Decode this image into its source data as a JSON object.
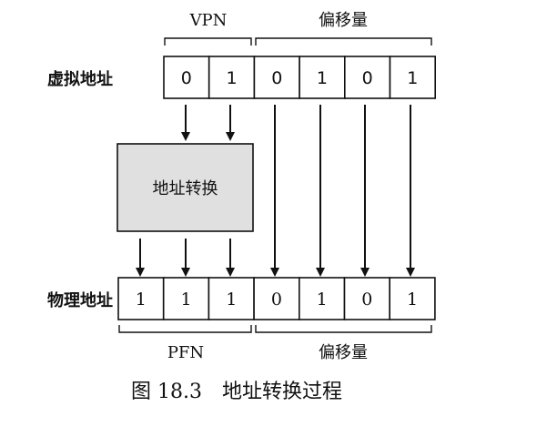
{
  "virtual_address": {
    "label": "虚拟地址",
    "vpn_label": "VPN",
    "offset_label": "偏移量",
    "bits": [
      "0",
      "1",
      "0",
      "1",
      "0",
      "1"
    ]
  },
  "translation": {
    "label": "地址转换"
  },
  "physical_address": {
    "label": "物理地址",
    "pfn_label": "PFN",
    "offset_label": "偏移量",
    "bits": [
      "1",
      "1",
      "1",
      "0",
      "1",
      "0",
      "1"
    ]
  },
  "caption": "图 18.3　地址转换过程",
  "colors": {
    "box_fill": "#e0e0e0",
    "stroke": "#111111"
  }
}
